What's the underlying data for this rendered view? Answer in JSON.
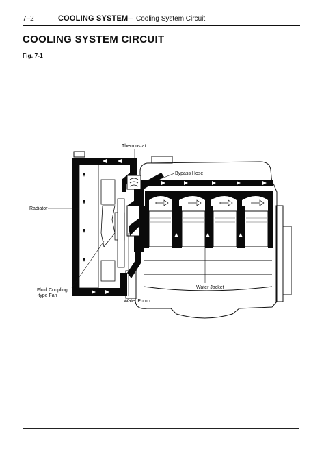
{
  "header": {
    "page_number": "7–2",
    "section": "COOLING SYSTEM",
    "dash": "—",
    "subtitle": "Cooling System Circuit"
  },
  "page_title": "COOLING SYSTEM CIRCUIT",
  "figure": {
    "label": "Fig. 7-1",
    "callouts": {
      "thermostat": "Thermostat",
      "bypass_hose": "Bypass Hose",
      "radiator": "Radiator",
      "water_jacket": "Water Jacket",
      "fluid_coupling_line1": "Fluid Coupling",
      "fluid_coupling_line2": "-type Fan",
      "water_pump": "Water Pump"
    }
  }
}
